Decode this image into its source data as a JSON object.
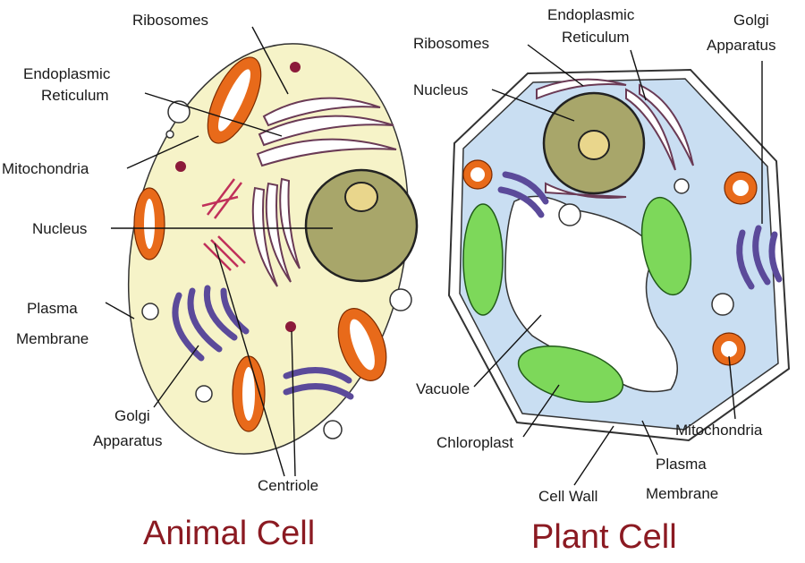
{
  "animal_cell": {
    "title": "Animal Cell",
    "labels": {
      "ribosomes": "Ribosomes",
      "er_line1": "Endoplasmic",
      "er_line2": "Reticulum",
      "mitochondria": "Mitochondria",
      "nucleus": "Nucleus",
      "plasma_line1": "Plasma",
      "plasma_line2": "Membrane",
      "golgi_line1": "Golgi",
      "golgi_line2": "Apparatus",
      "centriole": "Centriole"
    }
  },
  "plant_cell": {
    "title": "Plant Cell",
    "labels": {
      "er_line1": "Endoplasmic",
      "er_line2": "Reticulum",
      "ribosomes": "Ribosomes",
      "golgi_line1": "Golgi",
      "golgi_line2": "Apparatus",
      "nucleus": "Nucleus",
      "vacuole": "Vacuole",
      "chloroplast": "Chloroplast",
      "mitochondria": "Mitochondria",
      "plasma_line1": "Plasma",
      "plasma_line2": "Membrane",
      "cell_wall": "Cell Wall"
    }
  },
  "colors": {
    "animal_cytoplasm": "#f6f3c8",
    "plant_cytoplasm": "#c9def2",
    "nucleus": "#a8a66a",
    "nucleolus": "#e9d68c",
    "mitochondria": "#e86a1a",
    "golgi": "#5b4a9a",
    "chloroplast": "#7dd85a",
    "title": "#8b1a22"
  }
}
